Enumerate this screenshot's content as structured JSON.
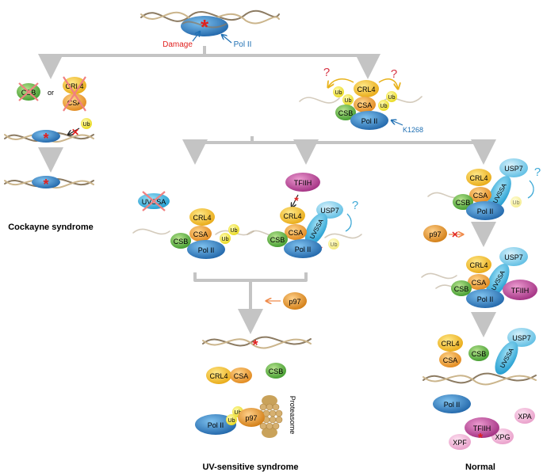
{
  "top": {
    "damage": "Damage",
    "pol2": "Pol II"
  },
  "proteins": {
    "csb": "CSB",
    "crl4": "CRL4",
    "csa": "CSA",
    "ub": "Ub",
    "pol2": "Pol II",
    "uvssa": "UVSSA",
    "usp7": "USP7",
    "tfiih": "TFIIH",
    "p97": "p97",
    "proteasome": "Proteasome",
    "xpa": "XPA",
    "xpf": "XPF",
    "xpg": "XPG"
  },
  "misc": {
    "or": "or",
    "k1268": "K1268",
    "question": "?"
  },
  "outcomes": {
    "cockayne": "Cockayne syndrome",
    "uvss": "UV-sensitive syndrome",
    "normal": "Normal"
  },
  "colors": {
    "pol2": "#3a86c8",
    "csb": "#6cbd45",
    "crl4": "#f5c518",
    "csa": "#f0a42a",
    "ub": "#f6ef3a",
    "uvssa": "#3fb3df",
    "usp7": "#8fd3ef",
    "tfiih": "#c0479a",
    "p97": "#e89a26",
    "xpa": "#f4b0d4",
    "damage": "#e0201e",
    "connector": "#c4c4c4",
    "arrow_blue": "#1e6fb3",
    "question": "#d73545",
    "question_blue": "#3fa9d6",
    "dna": "#b29a74"
  }
}
